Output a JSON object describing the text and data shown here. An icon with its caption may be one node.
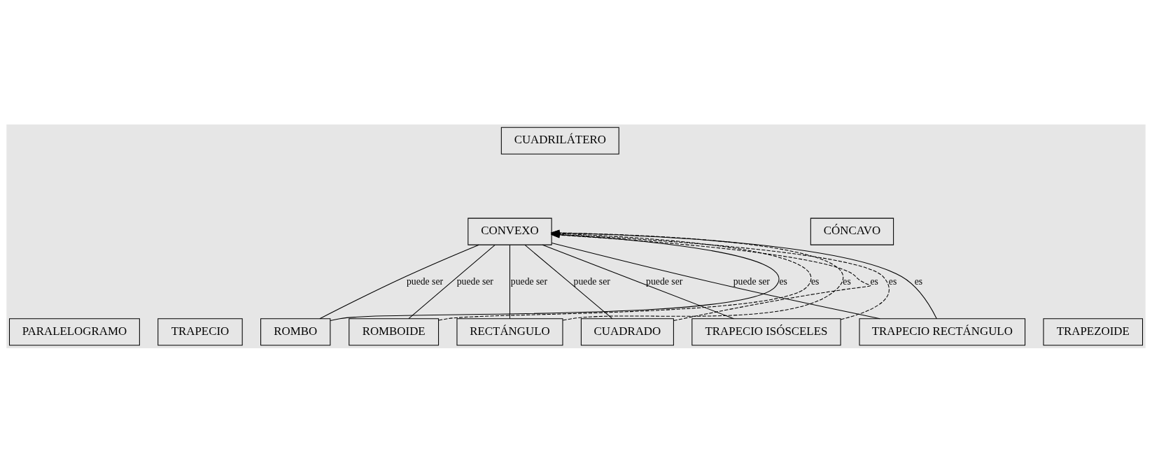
{
  "diagram": {
    "nodes": [
      {
        "text": [
          "CUADRILÁTERO"
        ]
      },
      {
        "text": [
          "CONVEXO"
        ]
      },
      {
        "text": [
          "CÓNCAVO"
        ]
      },
      {
        "text": [
          "PARALELOGRAMO"
        ]
      },
      {
        "text": [
          "TRAPECIO"
        ]
      },
      {
        "text": [
          "TRAPEZOIDE"
        ]
      },
      {
        "text": [
          "ROMBO"
        ]
      },
      {
        "text": [
          "ROMBOIDE"
        ]
      },
      {
        "text": [
          "RECTÁNGULO"
        ]
      },
      {
        "text": [
          "CUADRADO"
        ]
      },
      {
        "text": [
          "TRAPECIO ISÓSCELES"
        ]
      },
      {
        "text": [
          "TRAPECIO RECTÁNGULO"
        ]
      }
    ],
    "edges": [
      {
        "from": 6,
        "to": 1,
        "arrow": "to",
        "label": "es"
      },
      {
        "from": 7,
        "to": 1,
        "arrow": "to",
        "label": "es",
        "style": "dashed"
      },
      {
        "from": 8,
        "to": 1,
        "arrow": "to",
        "label": "es",
        "style": "dashed"
      },
      {
        "from": 1,
        "to": 6,
        "arrow": "none",
        "label": "puede ser"
      },
      {
        "from": 1,
        "to": 7,
        "arrow": "none",
        "label": "puede ser"
      },
      {
        "from": 1,
        "to": 8,
        "arrow": "none",
        "label": "puede ser"
      },
      {
        "from": 1,
        "to": 9,
        "arrow": "none",
        "label": "puede ser"
      },
      {
        "from": 9,
        "to": 1,
        "arrow": "to",
        "label": "es",
        "style": "dashed"
      },
      {
        "from": 1,
        "to": 10,
        "arrow": "none",
        "label": "puede ser"
      },
      {
        "from": 10,
        "to": 1,
        "arrow": "to",
        "label": "es",
        "style": "dashed"
      },
      {
        "from": 1,
        "to": 11,
        "arrow": "none",
        "label": "puede ser"
      },
      {
        "from": 11,
        "to": 1,
        "arrow": "to",
        "label": "es"
      }
    ]
  }
}
